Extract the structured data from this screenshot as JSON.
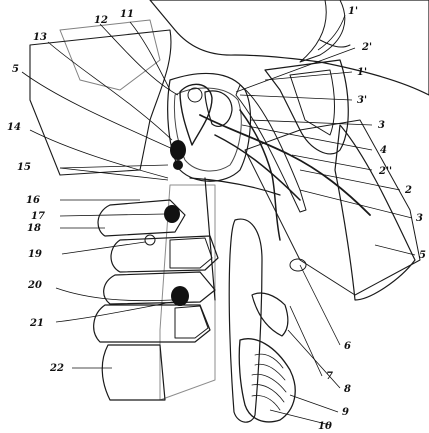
{
  "figure": {
    "labels": [
      {
        "id": "lbl-1p-top",
        "text": "1'"
      },
      {
        "id": "lbl-11",
        "text": "11"
      },
      {
        "id": "lbl-12",
        "text": "12"
      },
      {
        "id": "lbl-13",
        "text": "13"
      },
      {
        "id": "lbl-5",
        "text": "5"
      },
      {
        "id": "lbl-2p",
        "text": "2'"
      },
      {
        "id": "lbl-1p-mid",
        "text": "1'"
      },
      {
        "id": "lbl-3p",
        "text": "3'"
      },
      {
        "id": "lbl-3a",
        "text": "3"
      },
      {
        "id": "lbl-4",
        "text": "4"
      },
      {
        "id": "lbl-2pp",
        "text": "2''"
      },
      {
        "id": "lbl-2",
        "text": "2"
      },
      {
        "id": "lbl-3b",
        "text": "3"
      },
      {
        "id": "lbl-5r",
        "text": "5"
      },
      {
        "id": "lbl-14",
        "text": "14"
      },
      {
        "id": "lbl-15",
        "text": "15"
      },
      {
        "id": "lbl-16",
        "text": "16"
      },
      {
        "id": "lbl-17",
        "text": "17"
      },
      {
        "id": "lbl-18",
        "text": "18"
      },
      {
        "id": "lbl-19",
        "text": "19"
      },
      {
        "id": "lbl-20",
        "text": "20"
      },
      {
        "id": "lbl-21",
        "text": "21"
      },
      {
        "id": "lbl-22",
        "text": "22"
      },
      {
        "id": "lbl-6",
        "text": "6"
      },
      {
        "id": "lbl-7",
        "text": "7"
      },
      {
        "id": "lbl-8",
        "text": "8"
      },
      {
        "id": "lbl-9",
        "text": "9"
      },
      {
        "id": "lbl-10",
        "text": "10"
      }
    ]
  }
}
